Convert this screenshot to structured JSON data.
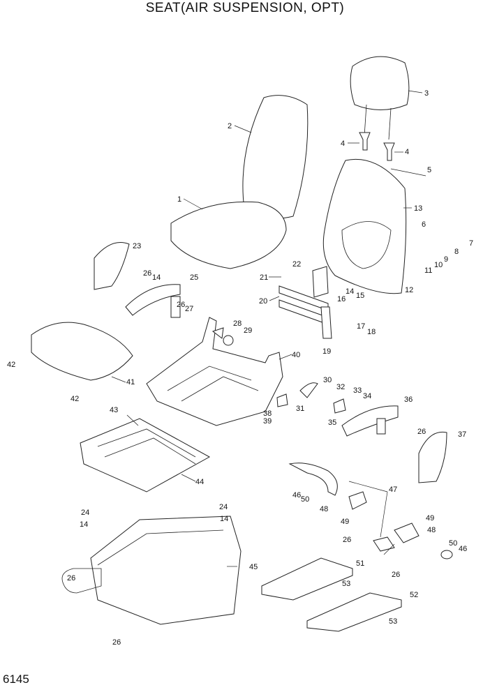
{
  "title": "SEAT(AIR SUSPENSION, OPT)",
  "page_number": "6145",
  "callouts": [
    "1",
    "2",
    "3",
    "4",
    "4",
    "5",
    "6",
    "7",
    "8",
    "9",
    "10",
    "11",
    "12",
    "13",
    "14",
    "15",
    "16",
    "17",
    "18",
    "19",
    "20",
    "21",
    "22",
    "23",
    "24",
    "24",
    "25",
    "26",
    "26",
    "27",
    "28",
    "29",
    "30",
    "31",
    "32",
    "33",
    "34",
    "35",
    "36",
    "37",
    "38",
    "39",
    "40",
    "41",
    "42",
    "42",
    "43",
    "44",
    "45",
    "46",
    "46",
    "47",
    "48",
    "48",
    "49",
    "49",
    "50",
    "50",
    "51",
    "52",
    "53",
    "53",
    "14",
    "14",
    "14",
    "26",
    "26",
    "26",
    "26",
    "26"
  ]
}
